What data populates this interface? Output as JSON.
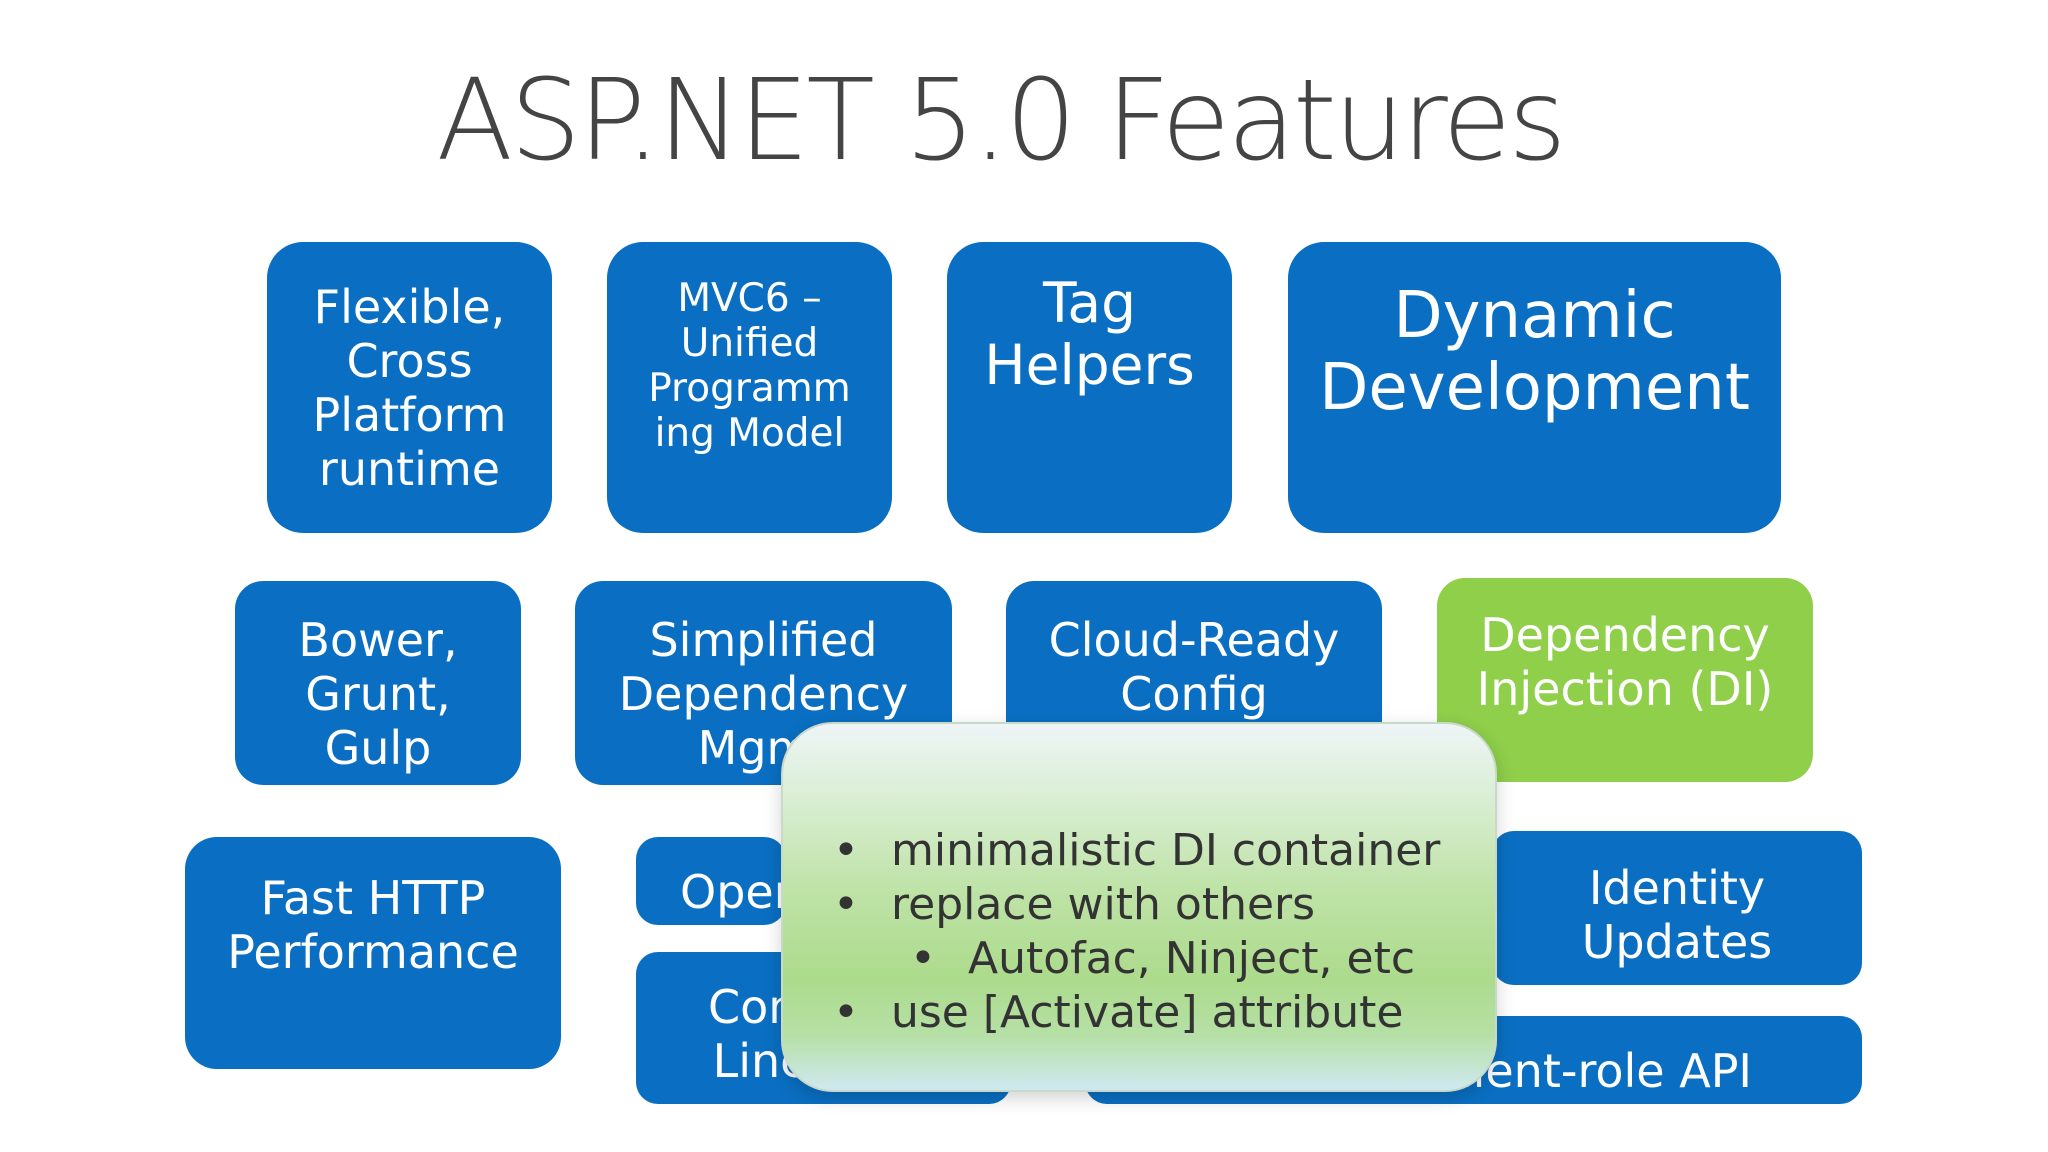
{
  "slide": {
    "title": "ASP.NET 5.0 Features"
  },
  "tiles": {
    "flexible": "Flexible,\nCross\nPlatform\nruntime",
    "mvc6": "MVC6 –\nUnified\nProgramm\ning Model",
    "tag_helpers": "Tag\nHelpers",
    "dynamic_dev": "Dynamic\nDevelopment",
    "bower": "Bower,\nGrunt,\nGulp",
    "simplified": "Simplified\nDependency\nMgmt",
    "cloud": "Cloud-Ready\nConfig",
    "di": "Dependency\nInjection (DI)",
    "fast_http": "Fast HTTP\nPerformance",
    "open": "Open",
    "command_line": "Com\nLine",
    "identity": "Identity\nUpdates",
    "client_role": "Client-role API"
  },
  "callout": {
    "bullets": [
      "minimalistic DI container",
      "replace with others",
      "Autofac, Ninject, etc",
      "use [Activate] attribute"
    ]
  },
  "colors": {
    "tile_blue": "#0a6fc2",
    "tile_green": "#8fcf4a",
    "title_gray": "#444444"
  }
}
